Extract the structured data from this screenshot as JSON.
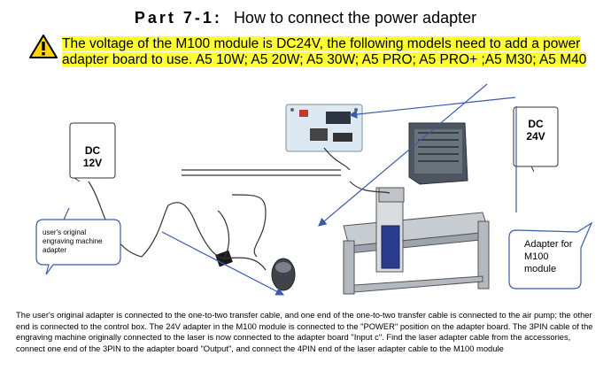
{
  "title": {
    "part": "Part 7-1:",
    "text": "How to connect the power adapter"
  },
  "notice": {
    "icon": "warning-icon",
    "text": "The voltage of the M100 module is DC24V, the following models need to add a power adapter board to use. A5 10W; A5 20W; A5 30W; A5 PRO; A5 PRO+ ;A5 M30; A5 M40",
    "highlight_color": "#ffff33"
  },
  "diagram": {
    "left_adapter": {
      "line1": "DC",
      "line2": "12V"
    },
    "right_adapter": {
      "line1": "DC",
      "line2": "24V"
    },
    "callout_left": {
      "text": "user's original engraving machine adapter"
    },
    "callout_right": {
      "text": "Adapter for M100 module"
    },
    "arrow_color": "#3b5ba8"
  },
  "description": {
    "text": "The user's original adapter is connected to the one-to-two transfer cable, and one end of the one-to-two transfer cable is connected to the air pump; the other end is connected to the control box. The 24V adapter in the M100 module is connected to the \"POWER\" position on the adapter board. The 3PIN cable of the engraving machine originally connected to the laser is now connected to the adapter board \"Input c\". Find the laser adapter cable from the accessories, connect one end of the 3PIN to the adapter board \"Output\", and connect the 4PIN end of the laser adapter cable to the M100 module"
  }
}
